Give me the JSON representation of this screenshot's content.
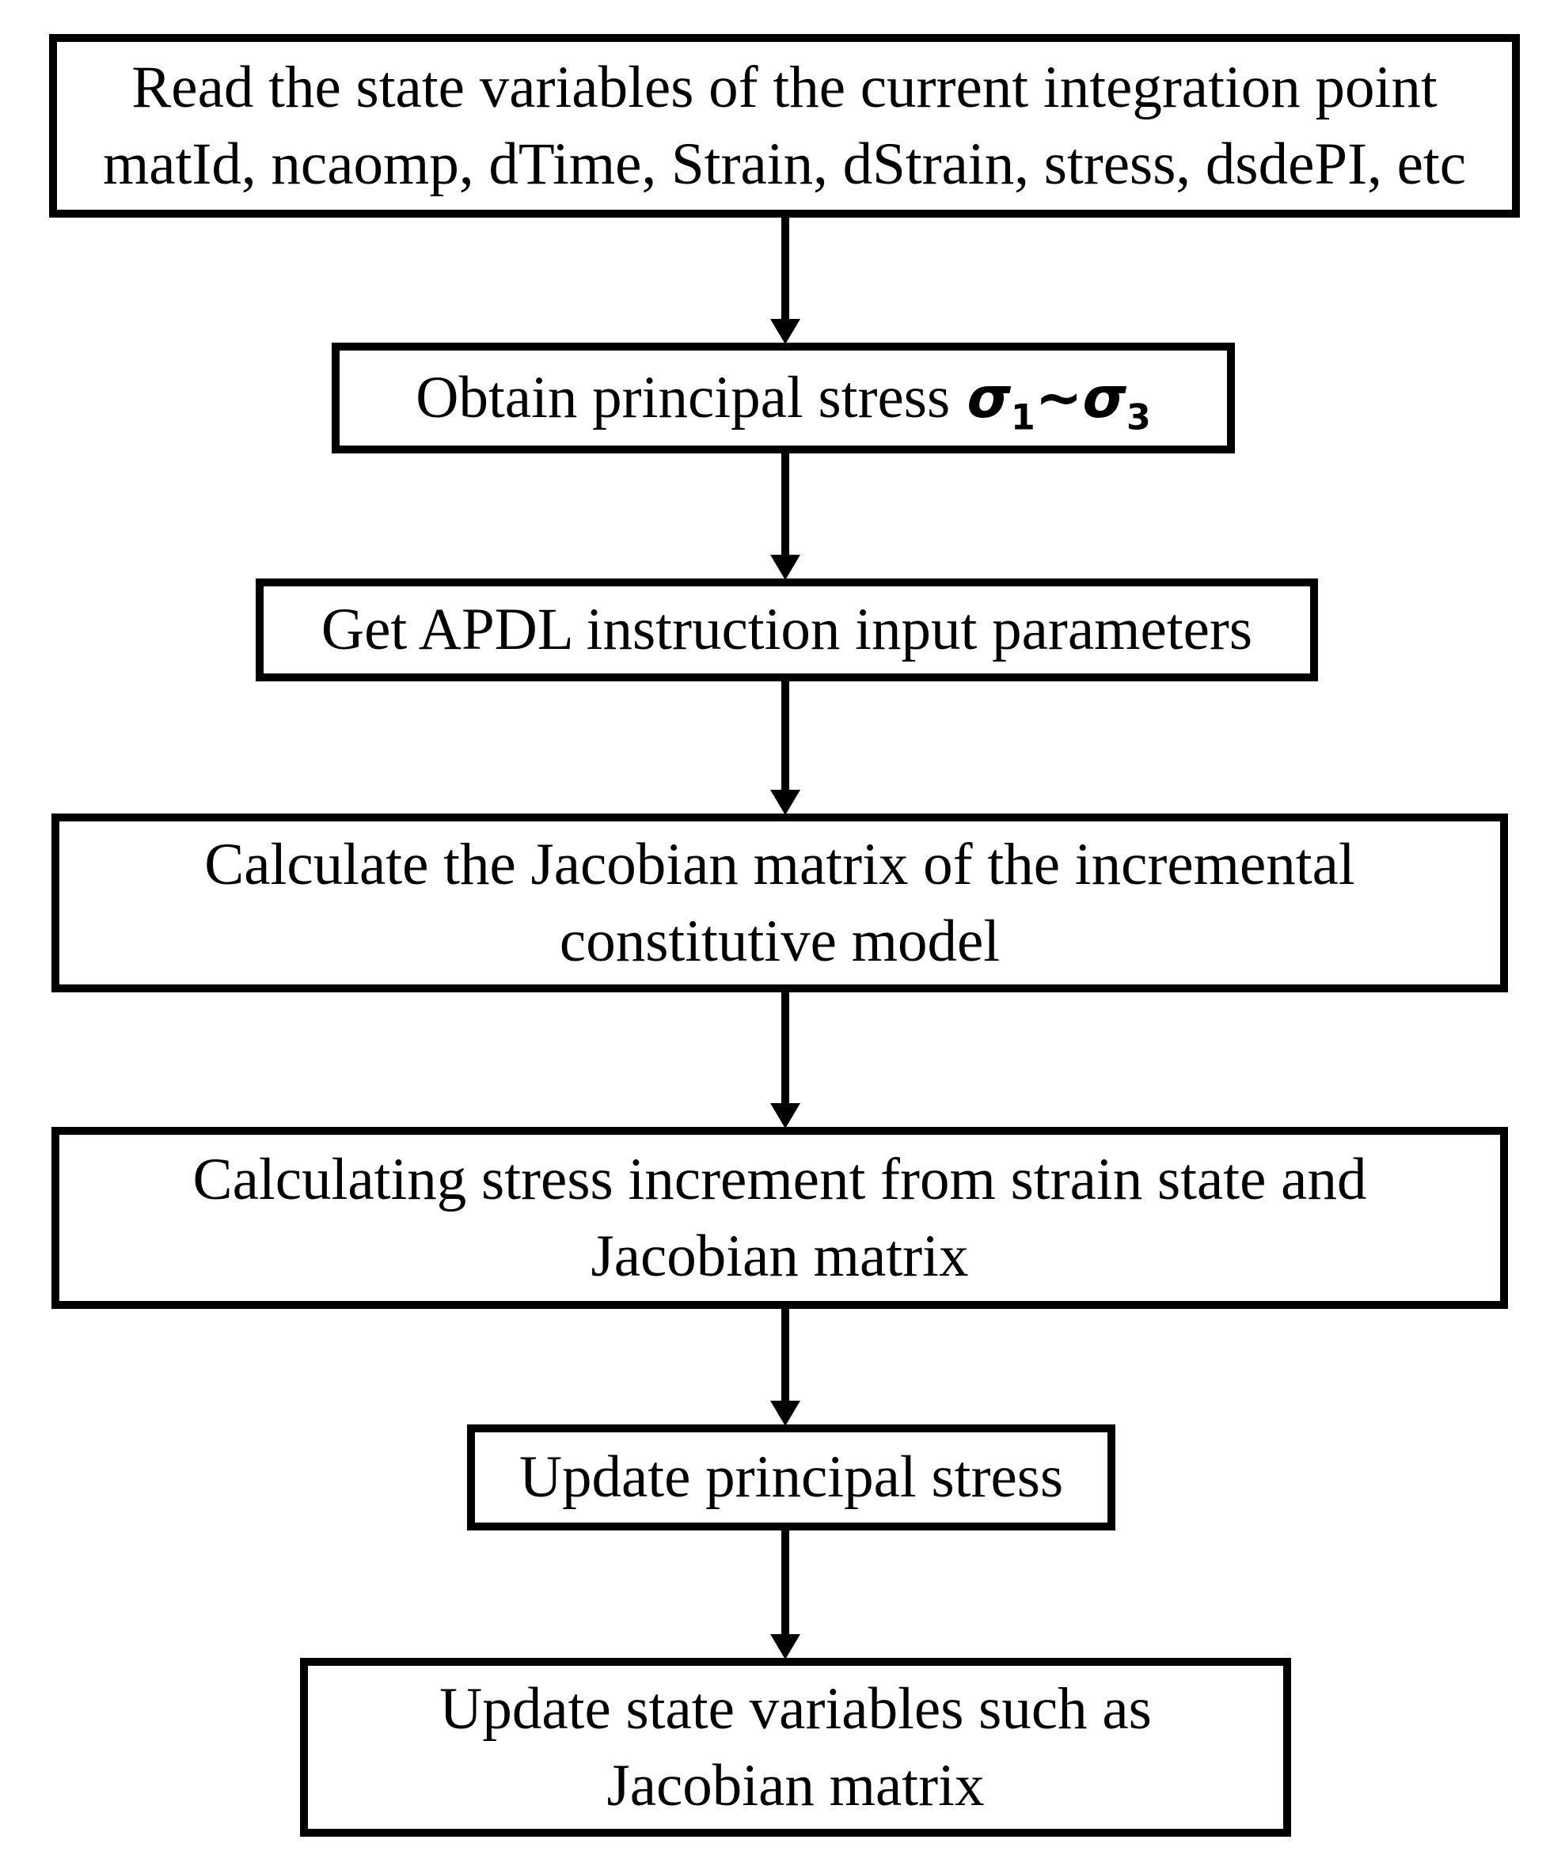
{
  "figure": {
    "type": "flowchart",
    "background_color": "#ffffff",
    "line_color": "#000000",
    "text_color": "#000000",
    "steps": [
      {
        "lines": [
          "Read the state variables of the current integration point",
          "matId, ncaomp, dTime, Strain, dStrain, stress, dsdePI, etc"
        ]
      },
      {
        "prefix": "Obtain principal stress",
        "sigma": "σ",
        "sub_low": "1",
        "tilde": "~",
        "sub_high": "3"
      },
      {
        "lines": [
          "Get APDL instruction input parameters"
        ]
      },
      {
        "lines": [
          "Calculate the Jacobian matrix of the incremental",
          "constitutive model"
        ]
      },
      {
        "lines": [
          "Calculating stress increment from strain state and",
          "Jacobian matrix"
        ]
      },
      {
        "lines": [
          "Update principal stress"
        ]
      },
      {
        "lines": [
          "Update state variables such as",
          "Jacobian matrix"
        ]
      }
    ]
  }
}
